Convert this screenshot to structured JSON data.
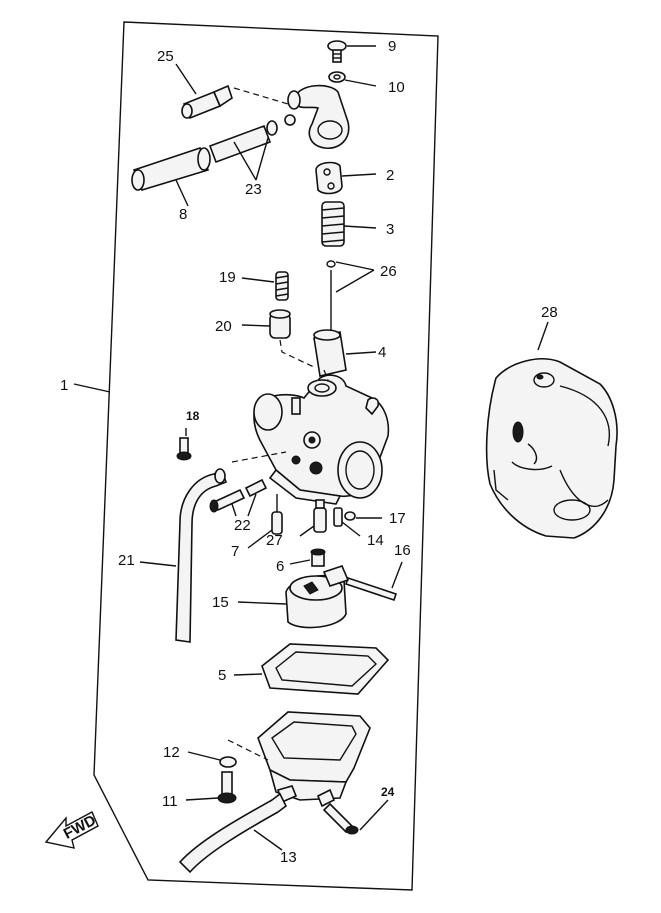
{
  "labels": {
    "p1": "1",
    "p2": "2",
    "p3": "3",
    "p4": "4",
    "p5": "5",
    "p6": "6",
    "p7": "7",
    "p8": "8",
    "p9": "9",
    "p10": "10",
    "p11": "11",
    "p12": "12",
    "p13": "13",
    "p14": "14",
    "p15": "15",
    "p16": "16",
    "p17": "17",
    "p18": "18",
    "p19": "19",
    "p20": "20",
    "p21": "21",
    "p22": "22",
    "p23": "23",
    "p24": "24",
    "p25": "25",
    "p26": "26",
    "p27": "27",
    "p28": "28"
  },
  "fwd_arrow": "FWD"
}
